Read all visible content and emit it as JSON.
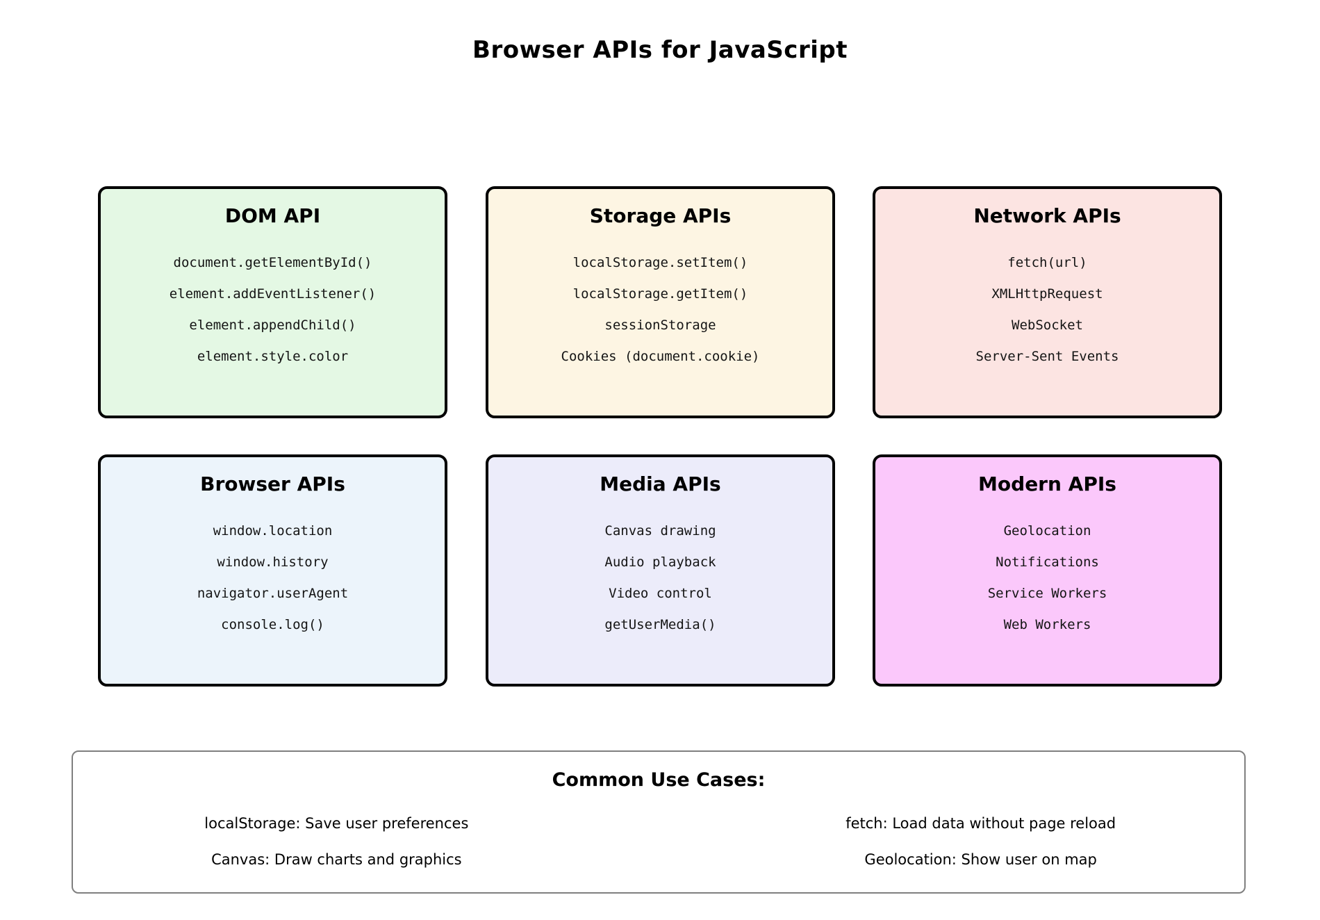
{
  "page": {
    "title": "Browser APIs for JavaScript"
  },
  "colors": {
    "box_border": "#000000",
    "use_cases_border": "#7f7f7f",
    "text": "#000000"
  },
  "boxes": [
    {
      "title": "DOM API",
      "bg": "#e4f8e4",
      "items": [
        "document.getElementById()",
        "element.addEventListener()",
        "element.appendChild()",
        "element.style.color"
      ]
    },
    {
      "title": "Storage APIs",
      "bg": "#fdf5e3",
      "items": [
        "localStorage.setItem()",
        "localStorage.getItem()",
        "sessionStorage",
        "Cookies (document.cookie)"
      ]
    },
    {
      "title": "Network APIs",
      "bg": "#fce4e2",
      "items": [
        "fetch(url)",
        "XMLHttpRequest",
        "WebSocket",
        "Server-Sent Events"
      ]
    },
    {
      "title": "Browser APIs",
      "bg": "#ecf4fb",
      "items": [
        "window.location",
        "window.history",
        "navigator.userAgent",
        "console.log()"
      ]
    },
    {
      "title": "Media APIs",
      "bg": "#ececfa",
      "items": [
        "Canvas drawing",
        "Audio playback",
        "Video control",
        "getUserMedia()"
      ]
    },
    {
      "title": "Modern APIs",
      "bg": "#fbc8fb",
      "items": [
        "Geolocation",
        "Notifications",
        "Service Workers",
        "Web Workers"
      ]
    }
  ],
  "use_cases": {
    "title": "Common Use Cases:",
    "left": [
      "localStorage: Save user preferences",
      "Canvas: Draw charts and graphics"
    ],
    "right": [
      "fetch: Load data without page reload",
      "Geolocation: Show user on map"
    ]
  }
}
